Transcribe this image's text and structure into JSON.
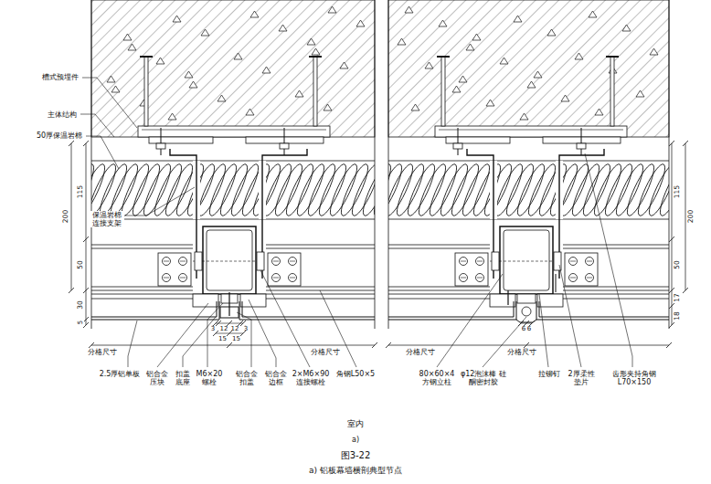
{
  "diagram": {
    "title": "图3-22",
    "caption": "a) 铝板幕墙横剖典型节点",
    "labels": [
      "槽式预埋件",
      "主体结构",
      "50厚保温岩棉",
      "保温岩棉 连接支架",
      "115",
      "200",
      "50",
      "30",
      "5",
      "3",
      "12",
      "12",
      "3",
      "15",
      "15",
      "分格尺寸",
      "分格尺寸",
      "6",
      "6",
      "分格尺寸",
      "分格尺寸",
      "115",
      "200",
      "50",
      "17",
      "18",
      "2.5厚铝单板",
      "铝合金 压块",
      "扣盖 底座",
      "M6×20 螺栓",
      "铝合金 扣盖",
      "铝合金 边框",
      "2×M6×90 连接螺栓",
      "角钢L50×5",
      "80×60×4 方钢立柱",
      "φ12泡沫棒 硅酮密封胶",
      "拉铆钉",
      "2厚柔性 垫片",
      "齿形夹持角钢 L70×150",
      "室内",
      "a)"
    ]
  }
}
